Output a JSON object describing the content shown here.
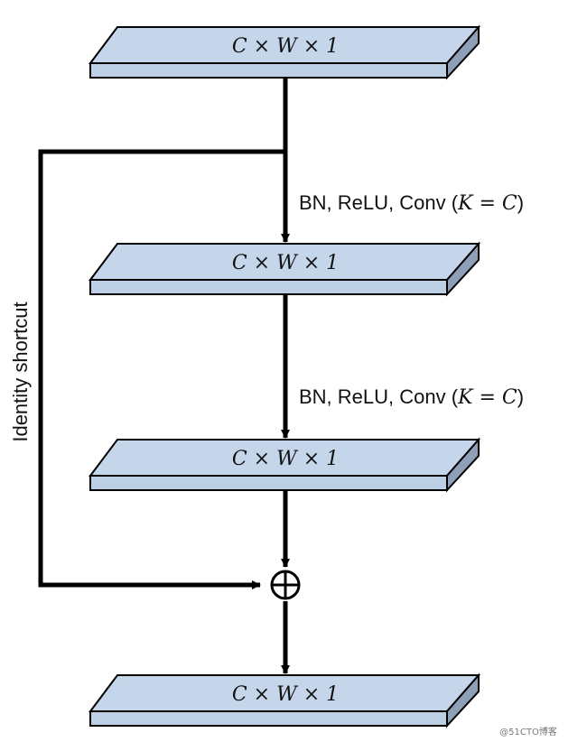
{
  "blocks": [
    {
      "label": "C × W × 1"
    },
    {
      "label": "C × W × 1"
    },
    {
      "label": "C × W × 1"
    },
    {
      "label": "C × W × 1"
    }
  ],
  "edges": [
    {
      "label_text": "BN, ReLU, Conv (",
      "label_math": "K = C",
      "label_close": ")"
    },
    {
      "label_text": "BN, ReLU, Conv (",
      "label_math": "K = C",
      "label_close": ")"
    }
  ],
  "shortcut_label": "Identity shortcut",
  "sum_symbol": "⊕",
  "watermark": "@51CTO博客",
  "colors": {
    "block_top": "#c5d6ea",
    "block_front": "#bccfe5",
    "block_side": "#8e9fb8",
    "stroke": "#000000"
  }
}
